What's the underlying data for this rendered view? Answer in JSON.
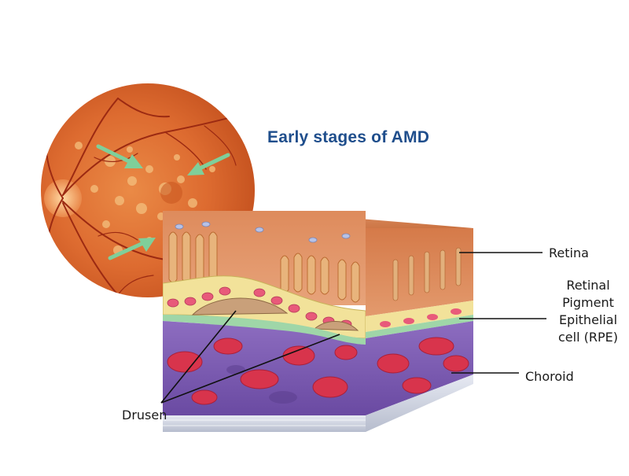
{
  "title": "Early stages of AMD",
  "labels": {
    "retina": "Retina",
    "rpe_lines": [
      "Retinal",
      "Pigment",
      "Epithelial",
      "cell (RPE)"
    ],
    "choroid": "Choroid",
    "drusen": "Drusen"
  },
  "colors": {
    "title": "#1f4e8c",
    "fundus": "#d9672e",
    "vessel": "#9c2a12",
    "arrow": "#7fcf9a",
    "retina_tissue": "#d9804f",
    "rpe_layer": "#f2e29a",
    "bruch_membrane": "#9fd6a8",
    "choroid_bg": "#7d5bb3",
    "blood_cell": "#d8344c"
  }
}
